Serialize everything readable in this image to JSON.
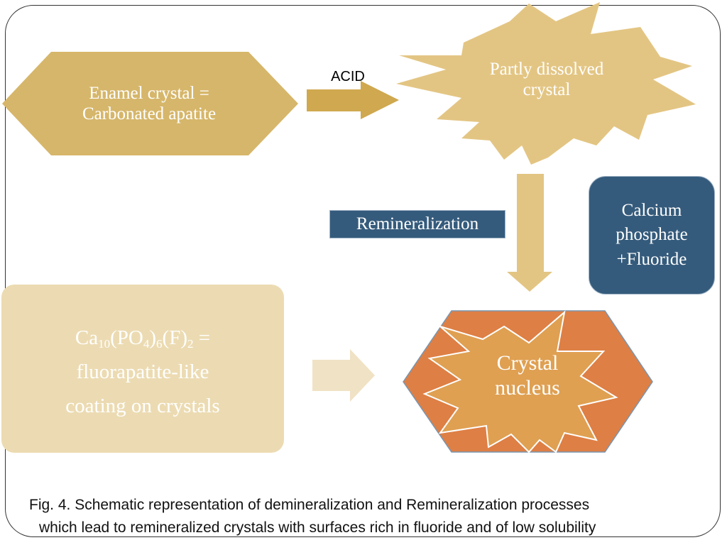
{
  "nodes": {
    "enamel": {
      "line1": "Enamel crystal =",
      "line2": "Carbonated apatite"
    },
    "acid_label": "ACID",
    "dissolved": {
      "line1": "Partly dissolved",
      "line2": "crystal"
    },
    "remineralization": "Remineralization",
    "calcium_phosphate": {
      "line1": "Calcium",
      "line2": "phosphate",
      "line3": "+Fluoride"
    },
    "fluorapatite": {
      "formula": {
        "ca": "Ca",
        "ca_sub": "10",
        "po": "(PO",
        "po_sub": "4",
        "po_close": ")",
        "po_close_sub": "6",
        "f": "(F)",
        "f_sub": "2",
        "eq": " ="
      },
      "line2": "fluorapatite-like",
      "line3": "coating on crystals"
    },
    "nucleus": {
      "line1": "Crystal",
      "line2": "nucleus"
    }
  },
  "caption": {
    "line1": "Fig. 4. Schematic representation of demineralization and Remineralization processes",
    "line2": "which lead to remineralized crystals with surfaces rich in fluoride and of low solubility"
  },
  "colors": {
    "tan": "#d6b66a",
    "light_tan": "#e3c583",
    "pale_tan": "#ecdbb2",
    "arrow_gold": "#cfa84f",
    "navy": "#355b7c",
    "orange": "#de7f45",
    "orange_star": "#dfa052"
  }
}
